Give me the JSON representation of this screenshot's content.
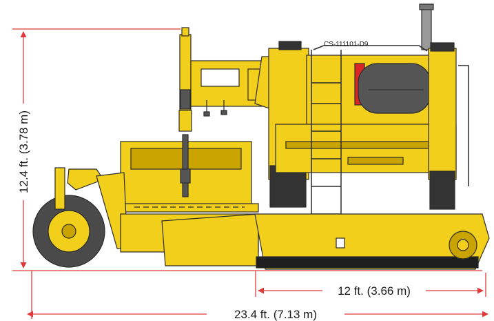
{
  "figure": {
    "part_number": "CS-111101-D9",
    "dimensions": {
      "height": "12.4 ft. (3.78 m)",
      "track_length": "12 ft. (3.66 m)",
      "overall_length": "23.4 ft. (7.13 m)"
    }
  },
  "colors": {
    "machine_yellow": "#f2cf1b",
    "machine_dark_yellow": "#c9a400",
    "outline": "#2b2b2b",
    "dimension_line": "#e03a3a",
    "tank_gray": "#555555",
    "track_black": "#1e1e1e",
    "accent_red": "#d62828"
  }
}
